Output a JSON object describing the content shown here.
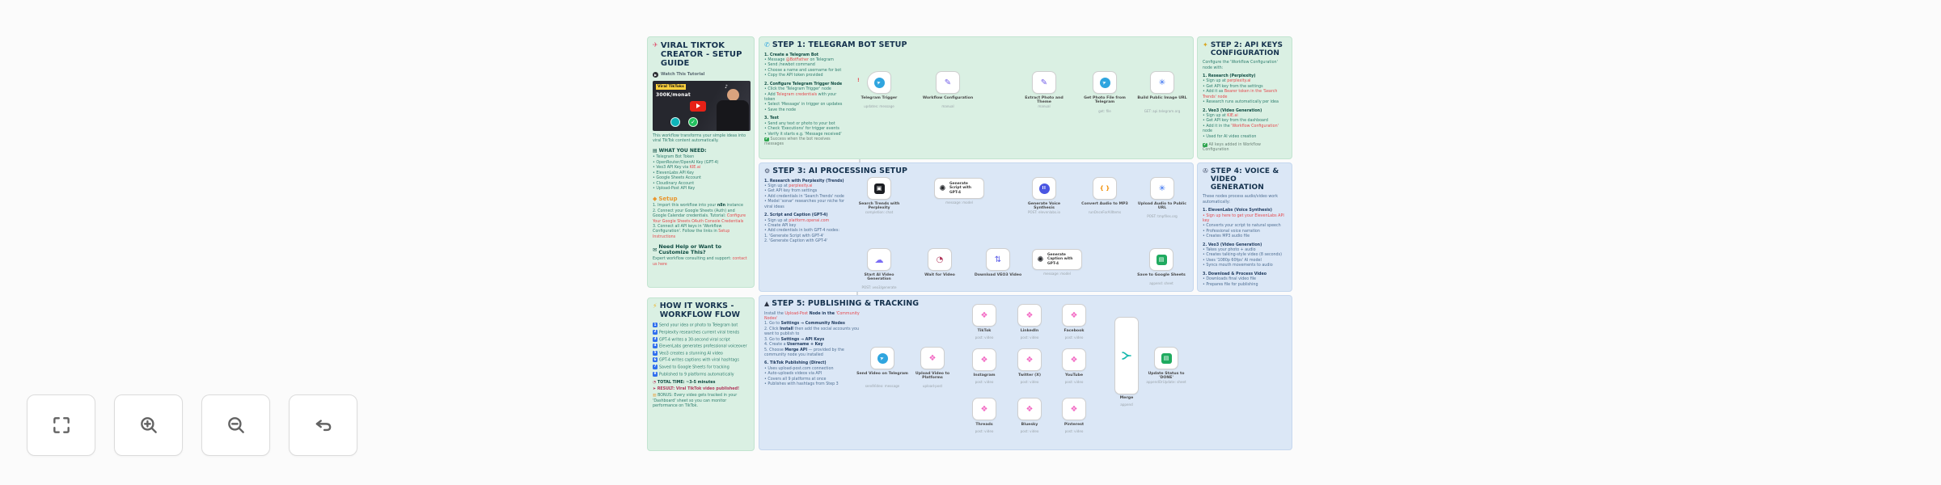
{
  "colors": {
    "sticky_green": "#daf0e3",
    "sticky_blue": "#dbe7f6",
    "accent_red": "#e5484d",
    "node_border": "#cfcfcf",
    "wire": "#a6adb6",
    "telegram_blue": "#2fa5df",
    "sheets_green": "#1faa5f",
    "upload_pink": "#f268c3"
  },
  "toolbar": {
    "buttons": [
      {
        "name": "fullscreen"
      },
      {
        "name": "zoom-in"
      },
      {
        "name": "zoom-out"
      },
      {
        "name": "reset-view"
      }
    ]
  },
  "guide": {
    "icon": "✈",
    "title": "VIRAL TIKTOK CREATOR - SETUP GUIDE",
    "watch": {
      "label": "Watch This Tutorial"
    },
    "thumb": {
      "badge": "Viral TikToks",
      "big": "300K/monat",
      "note": "♪",
      "check": "✓"
    },
    "intro": "This workflow transforms your simple ideas into viral TikTok content automatically.",
    "need": {
      "icon": "▤",
      "title": "WHAT YOU NEED:",
      "items": [
        {
          "t": "• Telegram Bot Token"
        },
        {
          "t": "• OpenRouter/OpenAI Key (GPT-4)"
        },
        {
          "parts": [
            {
              "t": "• Veo3 API Key via "
            },
            {
              "t": "KIE.ai",
              "c": "red"
            }
          ]
        },
        {
          "t": "• ElevenLabs API Key"
        },
        {
          "t": "• Google Sheets Account"
        },
        {
          "t": "• Cloudinary Account"
        },
        {
          "t": "• Upload-Post API Key"
        }
      ]
    },
    "setup": {
      "icon": "◆",
      "title": "Setup",
      "items": [
        {
          "parts": [
            {
              "t": "1. Import this workflow into your "
            },
            {
              "t": "n8n",
              "c": "b"
            },
            {
              "t": " instance"
            }
          ]
        },
        {
          "parts": [
            {
              "t": "2. Connect your Google Sheets (Auth) and Google Calendar credentials. Tutorial: "
            },
            {
              "t": "Configure Your Google Sheets OAuth Console Credentials",
              "c": "red"
            }
          ]
        },
        {
          "parts": [
            {
              "t": "3. Connect all API keys in 'Workflow Configuration'. Follow the links in "
            },
            {
              "t": "Setup Instructions",
              "c": "red"
            }
          ]
        }
      ]
    },
    "help": {
      "icon": "✉",
      "title": "Need Help or Want to Customize This?",
      "lines": [
        {
          "parts": [
            {
              "t": "Expert workflow consulting and support: "
            },
            {
              "t": "contact us here",
              "c": "red"
            }
          ]
        }
      ]
    }
  },
  "how": {
    "icon": "⚡",
    "title": "HOW IT WORKS - WORKFLOW FLOW",
    "steps": [
      {
        "badge": "1",
        "t": "Send your idea or photo to Telegram bot"
      },
      {
        "badge": "2",
        "t": "Perplexity researches current viral trends"
      },
      {
        "badge": "3",
        "t": "GPT-4 writes a 30-second viral script"
      },
      {
        "badge": "4",
        "t": "ElevenLabs generates professional voiceover"
      },
      {
        "badge": "5",
        "t": "Veo3 creates a stunning AI video"
      },
      {
        "badge": "6",
        "t": "GPT-4 writes captions with viral hashtags"
      },
      {
        "badge": "7",
        "t": "Saved to Google Sheets for tracking"
      },
      {
        "badge": "8",
        "t": "Published to 9 platforms automatically"
      }
    ],
    "time": "TOTAL TIME: ~3-5 minutes",
    "result": "RESULT: Viral TikTok video published!",
    "bonus": "BONUS: Every video gets tracked in your 'Dashboard' sheet so you can monitor performance on TikTok."
  },
  "step1": {
    "icon": "✆",
    "title": "STEP 1: TELEGRAM BOT SETUP",
    "lines": [
      {
        "t": "1. Create a Telegram Bot",
        "c": "b"
      },
      {
        "parts": [
          {
            "t": "• Message "
          },
          {
            "t": "@BotFather",
            "c": "red"
          },
          {
            "t": " on Telegram"
          }
        ]
      },
      {
        "t": "• Send /newbot command"
      },
      {
        "t": "• Choose a name and username for bot"
      },
      {
        "t": "• Copy the API token provided"
      },
      {
        "t": " "
      },
      {
        "t": "2. Configure Telegram Trigger Node",
        "c": "b"
      },
      {
        "t": "• Click the 'Telegram Trigger' node"
      },
      {
        "parts": [
          {
            "t": "• Add "
          },
          {
            "t": "Telegram credentials",
            "c": "red"
          },
          {
            "t": " with your token"
          }
        ]
      },
      {
        "t": "• Select 'Message' in trigger on updates"
      },
      {
        "t": "• Save the node"
      },
      {
        "t": " "
      },
      {
        "t": "3. Test",
        "c": "b"
      },
      {
        "t": "• Send any text or photo to your bot"
      },
      {
        "t": "• Check 'Executions' for trigger events"
      },
      {
        "t": "• Verify it starts e.g. 'Message received'"
      },
      {
        "parts": [
          {
            "t": "✔",
            "c": "greenbox"
          },
          {
            "t": " Success when the bot receives messages",
            "c": "dim"
          }
        ]
      }
    ]
  },
  "step2": {
    "icon": "✦",
    "title": "STEP 2: API KEYS CONFIGURATION",
    "lines": [
      {
        "t": "Configure the 'Workflow Configuration' node with:"
      },
      {
        "t": " "
      },
      {
        "t": "1. Research (Perplexity)",
        "c": "b"
      },
      {
        "parts": [
          {
            "t": "• Sign up at "
          },
          {
            "t": "perplexity.ai",
            "c": "red"
          }
        ]
      },
      {
        "t": "• Get API key from the settings"
      },
      {
        "parts": [
          {
            "t": "• Add it as "
          },
          {
            "t": "Bearer token in the 'Search Trends' node",
            "c": "red"
          }
        ]
      },
      {
        "t": "• Research runs automatically per idea"
      },
      {
        "t": " "
      },
      {
        "t": "2. Veo3 (Video Generation)",
        "c": "b"
      },
      {
        "parts": [
          {
            "t": "• Sign up at "
          },
          {
            "t": "KIE.ai",
            "c": "red"
          }
        ]
      },
      {
        "t": "• Get API key from the dashboard"
      },
      {
        "parts": [
          {
            "t": "• Add it in the "
          },
          {
            "t": "'Workflow Configuration'",
            "c": "red"
          },
          {
            "t": " node"
          }
        ]
      },
      {
        "t": "• Used for AI video creation"
      },
      {
        "t": " "
      },
      {
        "parts": [
          {
            "t": "✔",
            "c": "greenbox"
          },
          {
            "t": " All keys added in Workflow Configuration",
            "c": "dim"
          }
        ]
      }
    ]
  },
  "step3": {
    "icon": "⚙",
    "title": "STEP 3: AI PROCESSING SETUP",
    "lines": [
      {
        "t": "1. Research with Perplexity (Trends)",
        "c": "b"
      },
      {
        "parts": [
          {
            "t": "• Sign up at "
          },
          {
            "t": "perplexity.ai",
            "c": "red"
          }
        ]
      },
      {
        "t": "• Get API key from settings"
      },
      {
        "t": "• Add credentials in 'Search Trends' node"
      },
      {
        "t": "• Model 'sonar' researches your niche for viral ideas"
      },
      {
        "t": " "
      },
      {
        "t": "2. Script and Caption (GPT-4)",
        "c": "b"
      },
      {
        "parts": [
          {
            "t": "• Sign up at "
          },
          {
            "t": "platform.openai.com",
            "c": "red"
          }
        ]
      },
      {
        "t": "• Create API key"
      },
      {
        "t": "• Add credentials in both GPT-4 nodes:"
      },
      {
        "t": "   1. 'Generate Script with GPT-4'"
      },
      {
        "t": "   2. 'Generate Caption with GPT-4'"
      }
    ]
  },
  "step4": {
    "icon": "✇",
    "title": "STEP 4: VOICE & VIDEO GENERATION",
    "lines": [
      {
        "t": "These nodes process audio/video work automatically:"
      },
      {
        "t": " "
      },
      {
        "t": "1. ElevenLabs (Voice Synthesis)",
        "c": "b"
      },
      {
        "t": "• Sign up here to get your ElevenLabs API key",
        "c": "red"
      },
      {
        "t": "• Converts your script to natural speech"
      },
      {
        "t": "• Professional voice narration"
      },
      {
        "t": "• Creates MP3 audio file"
      },
      {
        "t": " "
      },
      {
        "t": "2. Veo3 (Video Generation)",
        "c": "b"
      },
      {
        "t": "• Takes your photo + audio"
      },
      {
        "t": "• Creates talking-style video (8 seconds)"
      },
      {
        "t": "• Uses '1080p 60fps' AI model"
      },
      {
        "t": "• Syncs mouth movements to audio"
      },
      {
        "t": " "
      },
      {
        "t": "3. Download & Process Video",
        "c": "b"
      },
      {
        "t": "• Downloads final video file"
      },
      {
        "t": "• Prepares file for publishing"
      }
    ]
  },
  "step5": {
    "icon": "▲",
    "title": "STEP 5: PUBLISHING & TRACKING",
    "lines": [
      {
        "parts": [
          {
            "t": "Install the "
          },
          {
            "t": "Upload-Post",
            "c": "red"
          },
          {
            "t": " Node in the ",
            "c": "b"
          },
          {
            "t": "'Community Nodes'",
            "c": "red"
          }
        ]
      },
      {
        "parts": [
          {
            "t": "1. Go to "
          },
          {
            "t": "Settings → Community Nodes",
            "c": "b"
          }
        ]
      },
      {
        "parts": [
          {
            "t": "2. Click "
          },
          {
            "t": "Install",
            "c": "b"
          },
          {
            "t": " then add the social accounts you want to publish to"
          }
        ]
      },
      {
        "parts": [
          {
            "t": "3. Go to "
          },
          {
            "t": "Settings → API Keys",
            "c": "b"
          }
        ]
      },
      {
        "parts": [
          {
            "t": "4. Create a "
          },
          {
            "t": "Username + Key",
            "c": "b"
          }
        ]
      },
      {
        "parts": [
          {
            "t": "5. Choose "
          },
          {
            "t": "Merge API",
            "c": "b"
          },
          {
            "t": " — provided by the community node you installed"
          }
        ]
      },
      {
        "t": " "
      },
      {
        "t": "6. TikTok Publishing (Direct)",
        "c": "b"
      },
      {
        "t": "• Uses upload-post.com connection"
      },
      {
        "t": "• Auto-uploads videos via API"
      },
      {
        "t": "• Covers all 9 platforms at once"
      },
      {
        "t": "• Publishes with hashtags from Step 3"
      }
    ]
  },
  "nodes": {
    "step1": [
      {
        "label": "Telegram Trigger",
        "sub": "updates: message"
      },
      {
        "label": "Workflow Configuration",
        "sub": "manual"
      },
      {
        "label": "Extract Photo and Theme",
        "sub": "manual"
      },
      {
        "label": "Get Photo File from Telegram",
        "sub": "get: file"
      },
      {
        "label": "Build Public Image URL",
        "sub": "GET: api.telegram.org"
      }
    ],
    "row1": [
      {
        "label": "Search Trends with Perplexity",
        "sub": "completion: chat"
      },
      {
        "label": "Generate Script with GPT-4",
        "sub": "message: model"
      },
      {
        "label": "Generate Voice Synthesis",
        "sub": "POST: elevenlabs.io"
      },
      {
        "label": "Convert Audio to MP3",
        "sub": "runOnceForAllItems"
      },
      {
        "label": "Upload Audio to Public URL",
        "sub": "POST: tmpfiles.org"
      }
    ],
    "row2": [
      {
        "label": "Start AI Video Generation",
        "sub": "POST: veo3/generate"
      },
      {
        "label": "Wait for Video",
        "sub": ""
      },
      {
        "label": "Download VEO3 Video",
        "sub": ""
      },
      {
        "label": "Generate Caption with GPT-4",
        "sub": "message: model"
      },
      {
        "label": "Save to Google Sheets",
        "sub": "append: sheet"
      }
    ],
    "send": {
      "label": "Send Video on Telegram",
      "sub": "sendVideo: message"
    },
    "upload": {
      "label": "Upload Video to Platforms",
      "sub": "upload-post"
    },
    "platform_sub": "post: video",
    "platforms": [
      {
        "label": "TikTok"
      },
      {
        "label": "LinkedIn"
      },
      {
        "label": "Facebook"
      },
      {
        "label": "Instagram"
      },
      {
        "label": "Twitter (X)"
      },
      {
        "label": "YouTube"
      },
      {
        "label": "Threads"
      },
      {
        "label": "Bluesky"
      },
      {
        "label": "Pinterest"
      }
    ],
    "merge": {
      "label": "Merge",
      "sub": "append"
    },
    "status": {
      "label": "Update Status to 'DONE'",
      "sub": "appendOrUpdate: sheet"
    }
  }
}
